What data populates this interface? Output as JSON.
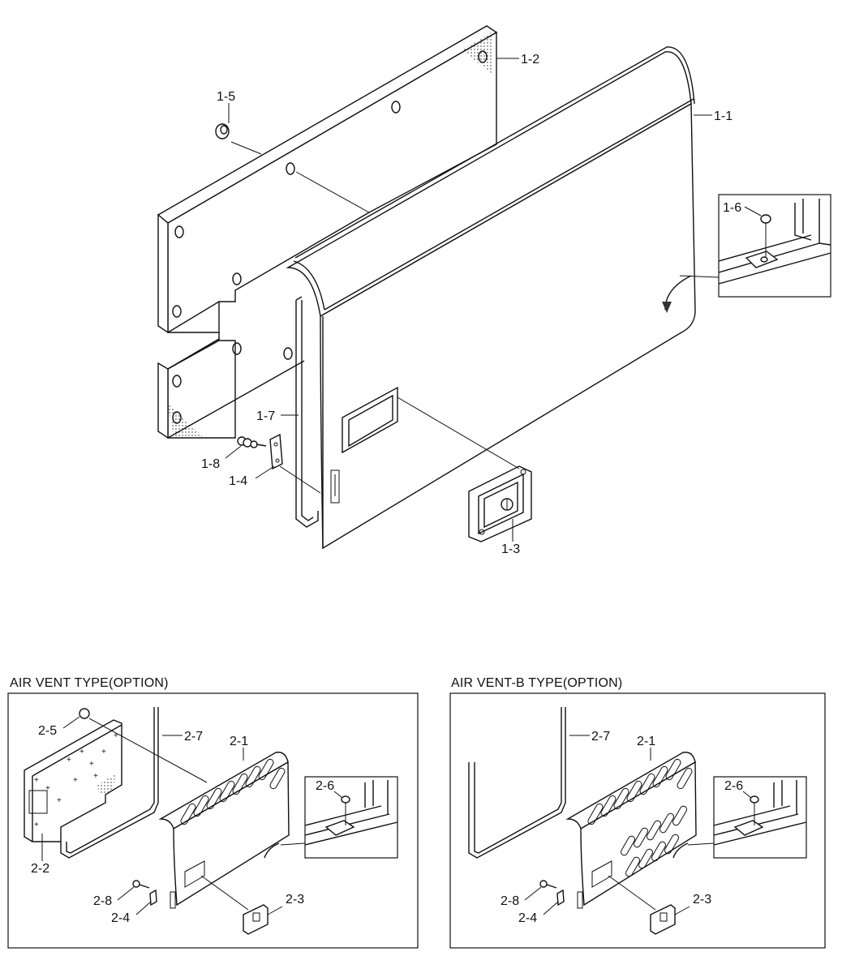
{
  "main_diagram": {
    "labels": {
      "p1_1": "1-1",
      "p1_2": "1-2",
      "p1_3": "1-3",
      "p1_4": "1-4",
      "p1_5": "1-5",
      "p1_6": "1-6",
      "p1_7": "1-7",
      "p1_8": "1-8"
    }
  },
  "option_air_vent": {
    "title": "AIR VENT TYPE(OPTION)",
    "labels": {
      "p2_1": "2-1",
      "p2_2": "2-2",
      "p2_3": "2-3",
      "p2_4": "2-4",
      "p2_5": "2-5",
      "p2_6": "2-6",
      "p2_7": "2-7",
      "p2_8": "2-8"
    }
  },
  "option_air_vent_b": {
    "title": "AIR VENT-B TYPE(OPTION)",
    "labels": {
      "p2_1": "2-1",
      "p2_3": "2-3",
      "p2_4": "2-4",
      "p2_6": "2-6",
      "p2_7": "2-7",
      "p2_8": "2-8"
    }
  }
}
